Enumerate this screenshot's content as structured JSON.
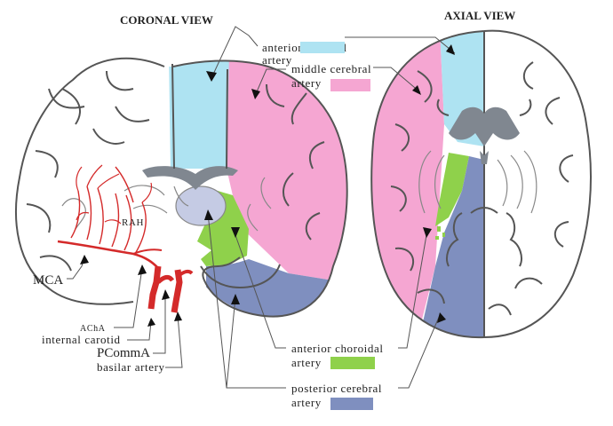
{
  "titles": {
    "coronal": "CORONAL VIEW",
    "axial": "AXIAL VIEW"
  },
  "territories": {
    "aca": {
      "label_line1": "anterior cerebral",
      "label_line2": "artery",
      "color": "#aee3f2"
    },
    "mca": {
      "label_line1": "middle cerebral",
      "label_line2": "artery",
      "color": "#f5a6d2"
    },
    "acha": {
      "label_line1": "anterior choroidal",
      "label_line2": "artery",
      "color": "#8fd14b"
    },
    "pca": {
      "label_line1": "posterior cerebral",
      "label_line2": "artery",
      "color": "#7f8fbf"
    }
  },
  "vessels": {
    "rah": "RAH",
    "mca": "MCA",
    "acha": "AChA",
    "internal_carotid": "internal carotid",
    "pcomma": "PCommA",
    "basilar": "basilar artery",
    "color": "#d42a2a"
  },
  "colors": {
    "outline": "#555555",
    "ventricle": "#808790",
    "thalamus": "#c5cbe4"
  }
}
